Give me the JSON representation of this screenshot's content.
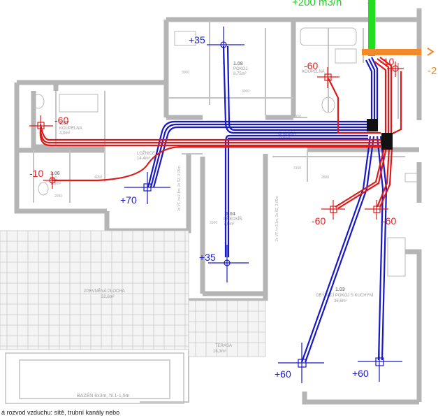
{
  "flows": {
    "main_supply": "+200 m3/h",
    "exhaust_right": "-2",
    "top_bath": "-60",
    "top_wc": "-10",
    "left_bath": "-60",
    "left_wc": "-10",
    "mid_left_exhaust": "-60",
    "mid_right_exhaust": "-60",
    "room_top": "+35",
    "bedroom": "+70",
    "hall": "+35",
    "living_left": "+60",
    "living_right": "+60"
  },
  "rooms": {
    "r108": {
      "num": "1.08",
      "name": "POKOJ",
      "area": "8,75m²"
    },
    "r107": {
      "num": "1.07",
      "name": "KOUPELNA",
      "area": "4,0m²"
    },
    "r106": {
      "num": "1.06",
      "name": "WC",
      "area": "1,8m²"
    },
    "r104": {
      "num": "1.04",
      "name": "PŘEDSÍŇ",
      "area": "7,0m²"
    },
    "r103": {
      "num": "1.03",
      "name": "OBÝVACÍ POKOJ S KUCHYNÍ",
      "area": "36,6m²"
    },
    "bedroom": {
      "name": "LOŽNICE",
      "area": "14,4m²"
    },
    "zpevnena": {
      "name": "ZPEVNĚNÁ PLOCHA",
      "area": "32,6m²"
    },
    "terasa": {
      "name": "TERASA",
      "area": "16,3m²"
    },
    "bazen": {
      "name": "BAZÉN 6x3m, hl.1-1,5m"
    },
    "chodba": {
      "name": "CHODBA",
      "area": "8,9m²"
    },
    "koupelna_top": {
      "name": "KOUPELNA"
    }
  },
  "dims": [
    "3000",
    "3150",
    "2050",
    "3000",
    "4050",
    "2800",
    "3100",
    "2150"
  ],
  "notes": {
    "wall_note_1": "2x VF, h=2,1m, 2x ŠZ, 2,05m",
    "wall_note_2": "2x VF, h=2,1m, 2x ŠZ, 2,05m"
  },
  "caption": "á rozvod vzduchu: sítě, trubní kanály nebo"
}
